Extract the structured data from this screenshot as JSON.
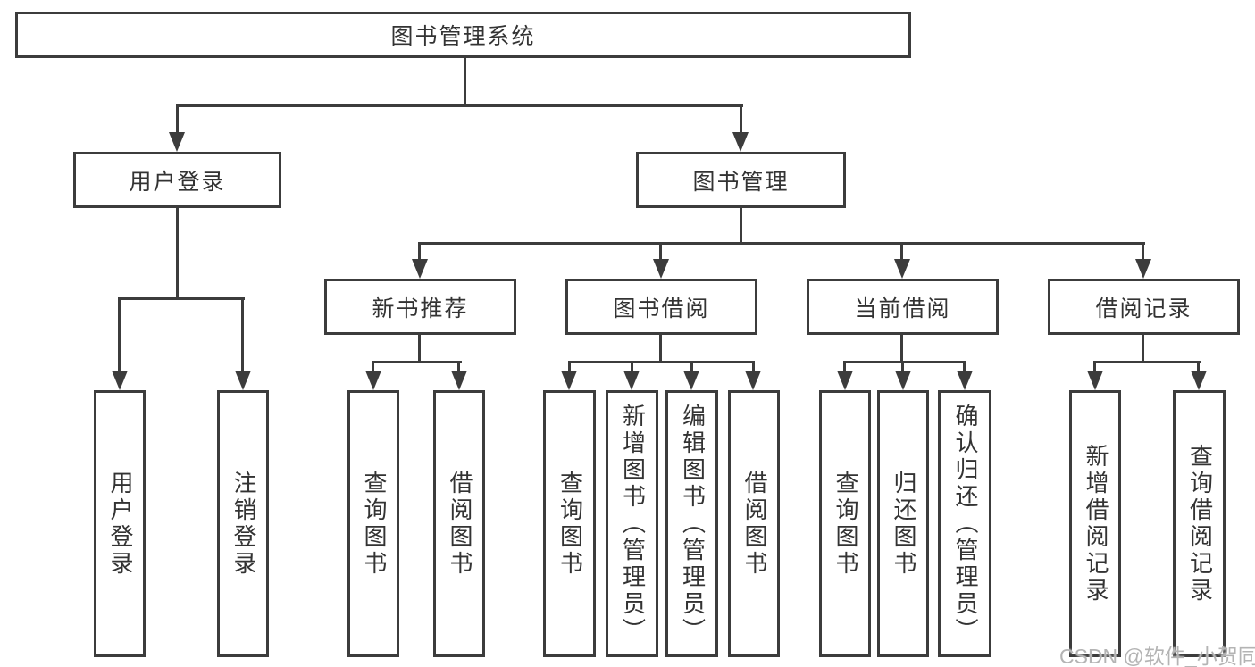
{
  "colors": {
    "box_border": "#3c3c3c",
    "connector_line": "#3c3c3c",
    "label_text": "#333333",
    "watermark_text": "#b4b4b4",
    "background": "#ffffff"
  },
  "tree": {
    "root": {
      "label": "图书管理系统"
    },
    "branches": [
      {
        "label": "用户登录",
        "children": [
          {
            "label": "用户登录"
          },
          {
            "label": "注销登录"
          }
        ]
      },
      {
        "label": "图书管理",
        "children": [
          {
            "label": "新书推荐",
            "children": [
              {
                "label": "查询图书"
              },
              {
                "label": "借阅图书"
              }
            ]
          },
          {
            "label": "图书借阅",
            "children": [
              {
                "label": "查询图书"
              },
              {
                "label": "新增图书（管理员）"
              },
              {
                "label": "编辑图书（管理员）"
              },
              {
                "label": "借阅图书"
              }
            ]
          },
          {
            "label": "当前借阅",
            "children": [
              {
                "label": "查询图书"
              },
              {
                "label": "归还图书"
              },
              {
                "label": "确认归还（管理员）"
              }
            ]
          },
          {
            "label": "借阅记录",
            "children": [
              {
                "label": "新增借阅记录"
              },
              {
                "label": "查询借阅记录"
              }
            ]
          }
        ]
      }
    ]
  },
  "watermark": {
    "text": "CSDN @软件_小贺同学"
  }
}
